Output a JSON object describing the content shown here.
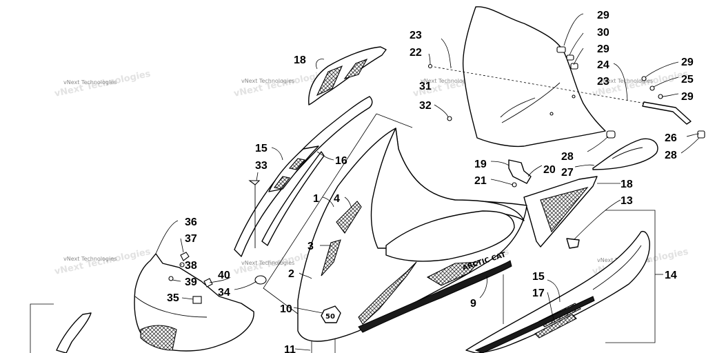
{
  "callouts": {
    "c29a": "29",
    "c30": "30",
    "c29b": "29",
    "c24": "24",
    "c23a": "23",
    "c22": "22",
    "c23b": "23",
    "c29c": "29",
    "c25": "25",
    "c29d": "29",
    "c18a": "18",
    "c31": "31",
    "c32": "32",
    "c26": "26",
    "c28a": "28",
    "c28b": "28",
    "c27": "27",
    "c19": "19",
    "c20": "20",
    "c21": "21",
    "c15a": "15",
    "c33": "33",
    "c16": "16",
    "c18b": "18",
    "c13": "13",
    "c1": "1",
    "c4": "4",
    "c36": "36",
    "c37": "37",
    "c3": "3",
    "c14": "14",
    "c38": "38",
    "c40": "40",
    "c2": "2",
    "c39": "39",
    "c15b": "15",
    "c34": "34",
    "c17": "17",
    "c35": "35",
    "c9": "9",
    "c10": "10",
    "c11": "11"
  },
  "watermark": {
    "small": "vNext Technologies",
    "large": "vNext Technologies"
  },
  "decal_text": "ARCTIC CAT",
  "badge_text": "50"
}
